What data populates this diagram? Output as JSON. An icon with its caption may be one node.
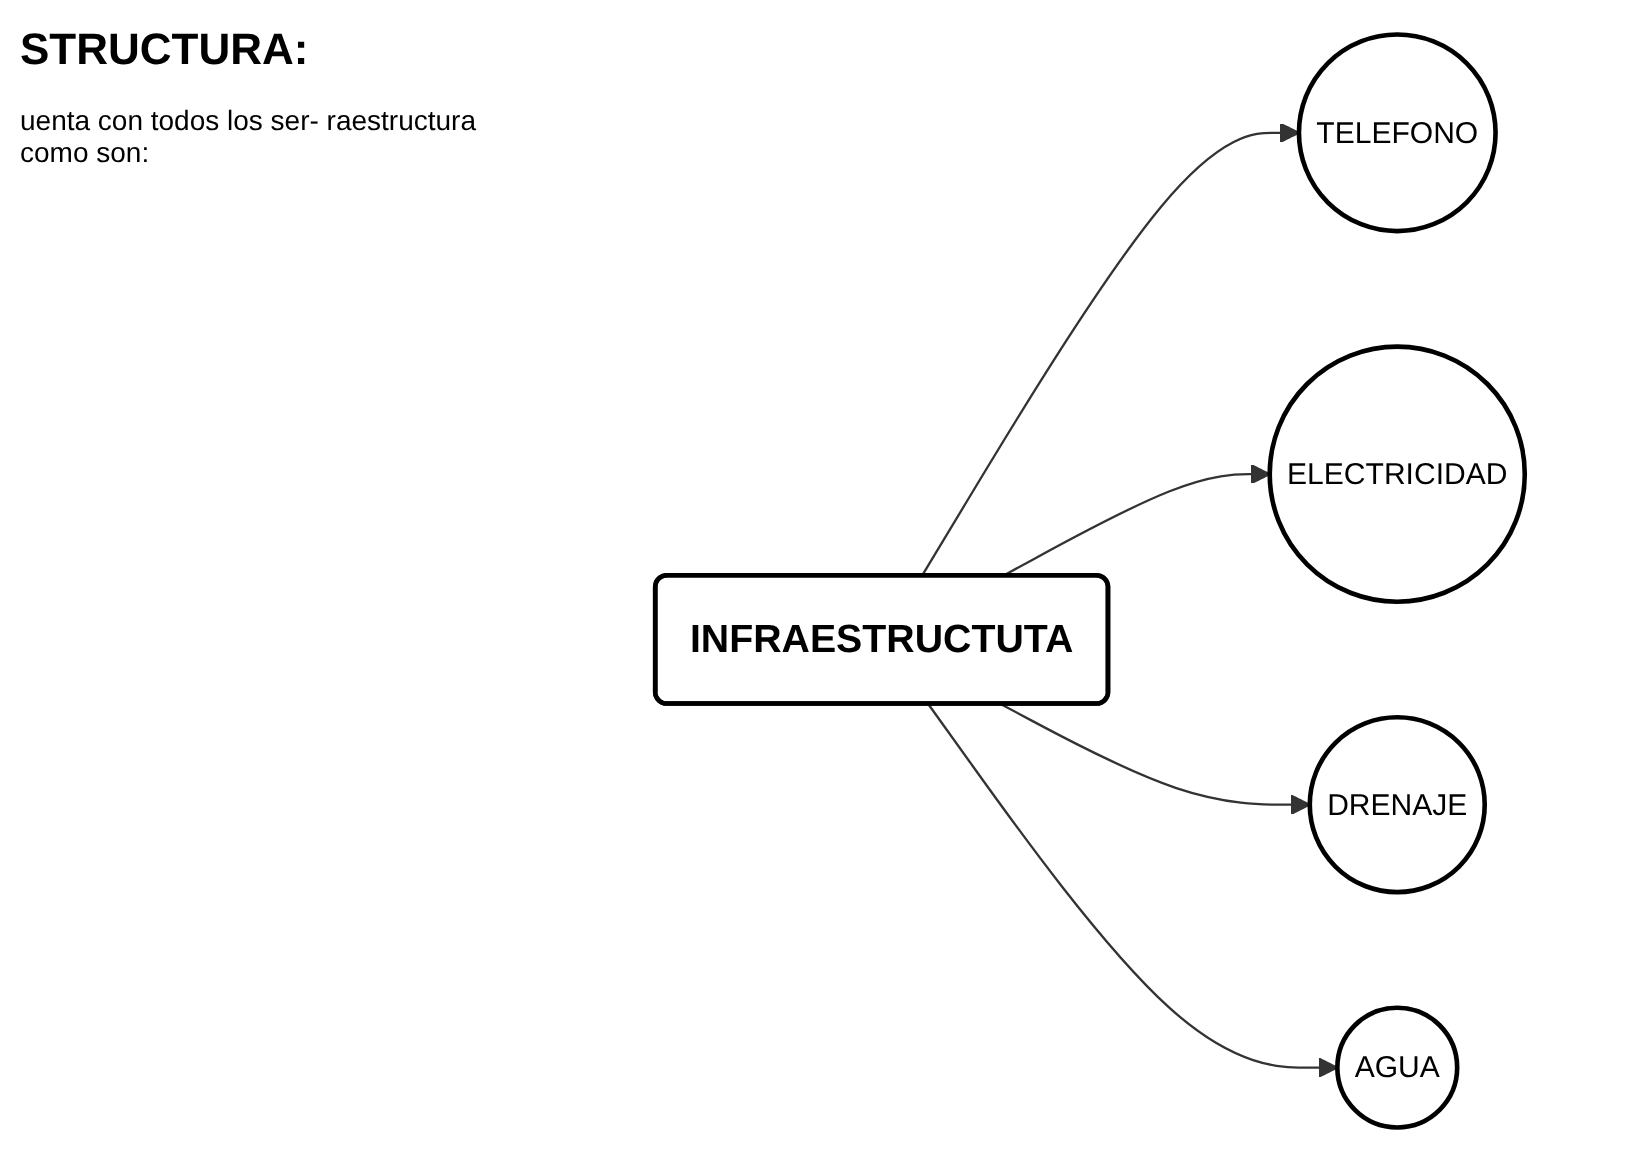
{
  "diagram": {
    "title": "STRUCTURA:",
    "nodes": [
      {
        "text": [
          "TELEFONO"
        ]
      },
      {
        "text": [
          "ELECTRICIDAD"
        ]
      },
      {
        "text": [
          "DRENAJE"
        ]
      },
      {
        "text": [
          "INFRAESTRUCTUTA"
        ]
      },
      {
        "text": [
          "AGUA"
        ]
      }
    ],
    "edges": [
      {
        "from": 3,
        "to": 0,
        "arrow": "to"
      },
      {
        "from": 3,
        "to": 1,
        "arrow": "to"
      },
      {
        "from": 3,
        "to": 2,
        "arrow": "to"
      },
      {
        "from": 3,
        "to": 4,
        "arrow": "to"
      }
    ],
    "labels": [
      "uenta con todos los ser- raestructura como son:"
    ]
  }
}
